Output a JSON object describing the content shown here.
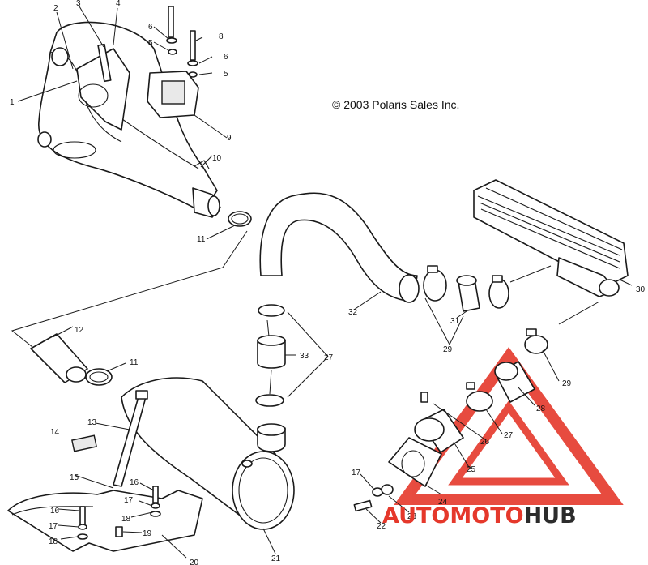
{
  "copyright": "© 2003 Polaris Sales Inc.",
  "callouts": {
    "c1": "1",
    "c2": "2",
    "c3": "3",
    "c4": "4",
    "c5a": "5",
    "c5b": "5",
    "c6a": "6",
    "c6b": "6",
    "c8": "8",
    "c9": "9",
    "c10": "10",
    "c11a": "11",
    "c11b": "11",
    "c12": "12",
    "c13": "13",
    "c14": "14",
    "c15": "15",
    "c16a": "16",
    "c16b": "16",
    "c17a": "17",
    "c17b": "17",
    "c17c": "17",
    "c18a": "18",
    "c18b": "18",
    "c19": "19",
    "c20": "20",
    "c21": "21",
    "c22": "22",
    "c23": "23",
    "c24": "24",
    "c25": "25",
    "c26": "26",
    "c27a": "27",
    "c27b": "27",
    "c28": "28",
    "c29a": "29",
    "c29b": "29",
    "c30": "30",
    "c31": "31",
    "c32": "32",
    "c33": "33"
  },
  "watermark": {
    "text_auto": "AUTO",
    "text_moto": "MOTO",
    "text_hub": "HUB",
    "color_main": "#e5382b",
    "color_hub": "#2c2c2c"
  }
}
